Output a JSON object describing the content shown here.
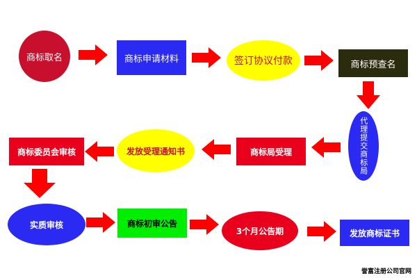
{
  "steps": {
    "s1": "商标取名",
    "s2": "商标申请材料",
    "s3": "签订协议付款",
    "s4": "商标预查名",
    "s5": "代理提交商标局",
    "s6": "商标局受理",
    "s7": "发放受理通知书",
    "s8": "商标委员会审核",
    "s9": "实质审核",
    "s10": "商标初审公告",
    "s11": "3个月公告期",
    "s12": "发放商标证书"
  },
  "footer": "誉富注册公司官网",
  "colors": {
    "arrow": "#ff0000",
    "crimson": "#c8102e",
    "blue": "#2a2af2",
    "yellow": "#ffff00",
    "darkolive": "#2b2b0e",
    "red": "#e8001c",
    "green": "#00ee00"
  }
}
